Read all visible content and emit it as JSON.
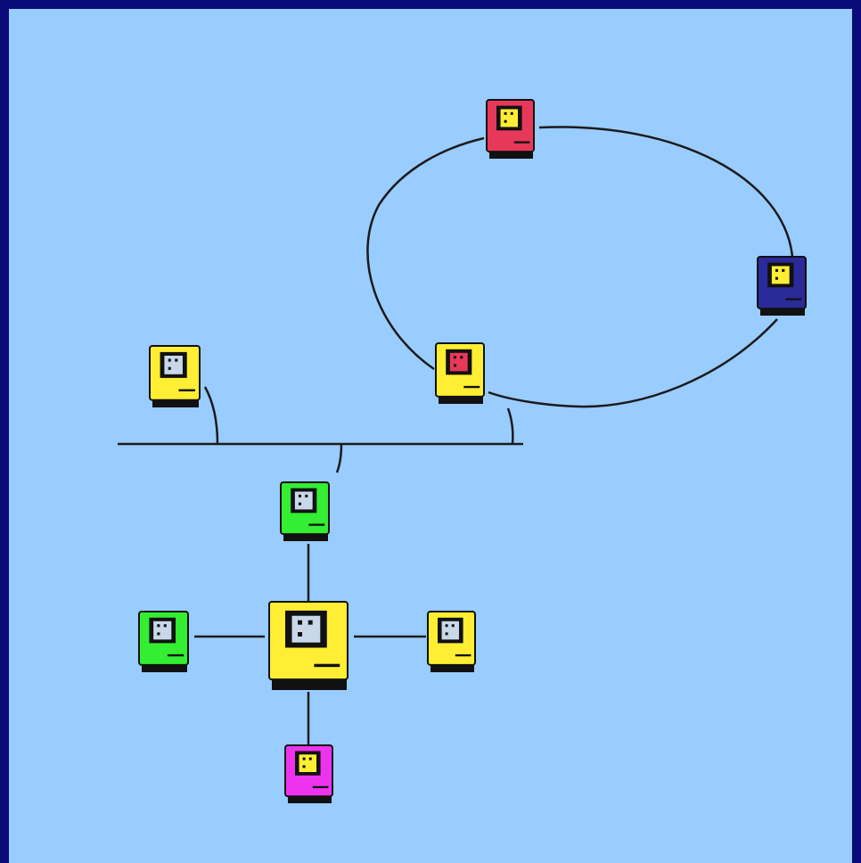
{
  "colors": {
    "frame": "#0a0a78",
    "background": "#99ccff",
    "line": "#1a1a1a",
    "screen_black": "#111111",
    "screen_white": "#c8d8e8"
  },
  "networks": [
    {
      "name": "ring",
      "topology": "ring",
      "nodes": [
        "ring-mac-top",
        "ring-mac-right",
        "ring-mac-bottom"
      ]
    },
    {
      "name": "bus",
      "topology": "bus",
      "nodes": [
        "bus-mac-left",
        "ring-mac-bottom",
        "star-mac-top"
      ]
    },
    {
      "name": "star",
      "topology": "star",
      "hub": "star-hub-mac",
      "nodes": [
        "star-mac-top",
        "star-mac-left",
        "star-mac-right",
        "star-mac-bottom"
      ]
    }
  ],
  "computers": [
    {
      "id": "ring-mac-top",
      "icon": "macintosh-icon",
      "body": "#e8385a",
      "screen": "#ffee33"
    },
    {
      "id": "ring-mac-right",
      "icon": "macintosh-icon",
      "body": "#2a2a9a",
      "screen": "#ffee33"
    },
    {
      "id": "ring-mac-bottom",
      "icon": "macintosh-icon",
      "body": "#ffee33",
      "screen": "#e8385a"
    },
    {
      "id": "bus-mac-left",
      "icon": "macintosh-icon",
      "body": "#ffee33",
      "screen": "#c8d8e8"
    },
    {
      "id": "star-mac-top",
      "icon": "macintosh-icon",
      "body": "#33ee33",
      "screen": "#c8d8e8"
    },
    {
      "id": "star-hub-mac",
      "icon": "macintosh-icon",
      "body": "#ffee33",
      "screen": "#c8d8e8"
    },
    {
      "id": "star-mac-left",
      "icon": "macintosh-icon",
      "body": "#33ee33",
      "screen": "#c8d8e8"
    },
    {
      "id": "star-mac-right",
      "icon": "macintosh-icon",
      "body": "#ffee33",
      "screen": "#c8d8e8"
    },
    {
      "id": "star-mac-bottom",
      "icon": "macintosh-icon",
      "body": "#ee33ee",
      "screen": "#ffee33"
    }
  ]
}
